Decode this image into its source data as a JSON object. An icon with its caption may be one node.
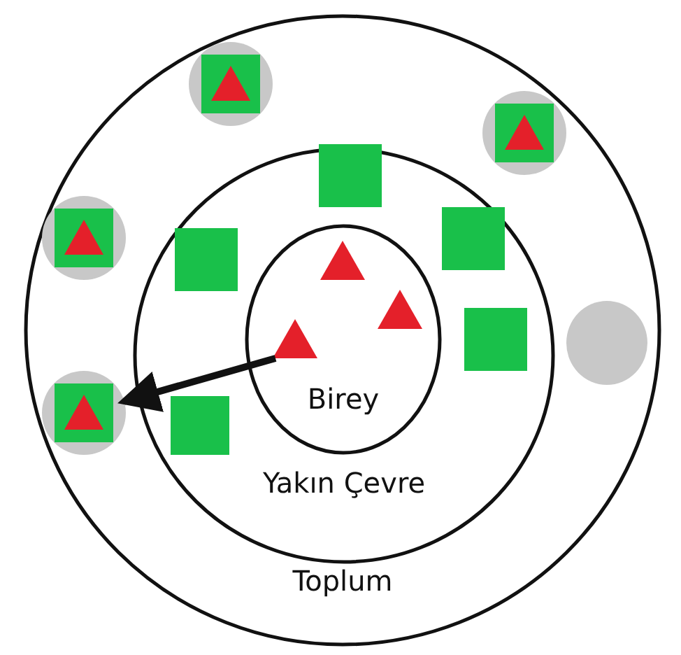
{
  "diagram": {
    "nodes": [
      {
        "text": [
          "Toplum"
        ]
      },
      {
        "text": [
          "Yakın Çevre"
        ],
        "in": 0
      },
      {
        "text": [
          "Birey"
        ],
        "in": 1
      },
      {
        "text": [],
        "shape": "circle",
        "in": 0
      },
      {
        "text": [],
        "shape": "box",
        "in": 3
      },
      {
        "text": [],
        "shape": "triangle",
        "in": 4
      },
      {
        "text": [],
        "shape": "circle",
        "in": 0
      },
      {
        "text": [],
        "shape": "box",
        "in": 6
      },
      {
        "text": [],
        "shape": "triangle",
        "in": 7
      },
      {
        "text": [],
        "shape": "box",
        "in": 1
      },
      {
        "text": [],
        "shape": "circle",
        "in": 0
      },
      {
        "text": [],
        "shape": "box",
        "in": 10
      },
      {
        "text": [],
        "shape": "triangle",
        "in": 11
      },
      {
        "text": [],
        "shape": "box",
        "in": 1
      },
      {
        "text": [],
        "shape": "box",
        "in": 1
      },
      {
        "text": [],
        "shape": "triangle",
        "in": 2
      },
      {
        "text": [],
        "shape": "triangle",
        "in": 2
      },
      {
        "text": [],
        "shape": "box",
        "in": 1
      },
      {
        "text": [],
        "shape": "triangle",
        "in": 2
      },
      {
        "text": [],
        "shape": "circle",
        "in": 0
      },
      {
        "text": [],
        "shape": "box",
        "in": 1
      },
      {
        "text": [],
        "shape": "circle",
        "in": 0
      },
      {
        "text": [],
        "shape": "box",
        "in": 21
      },
      {
        "text": [],
        "shape": "triangle",
        "in": 22
      }
    ],
    "edges": [
      {
        "from": 18,
        "to": 21,
        "arrow": "to"
      }
    ]
  }
}
